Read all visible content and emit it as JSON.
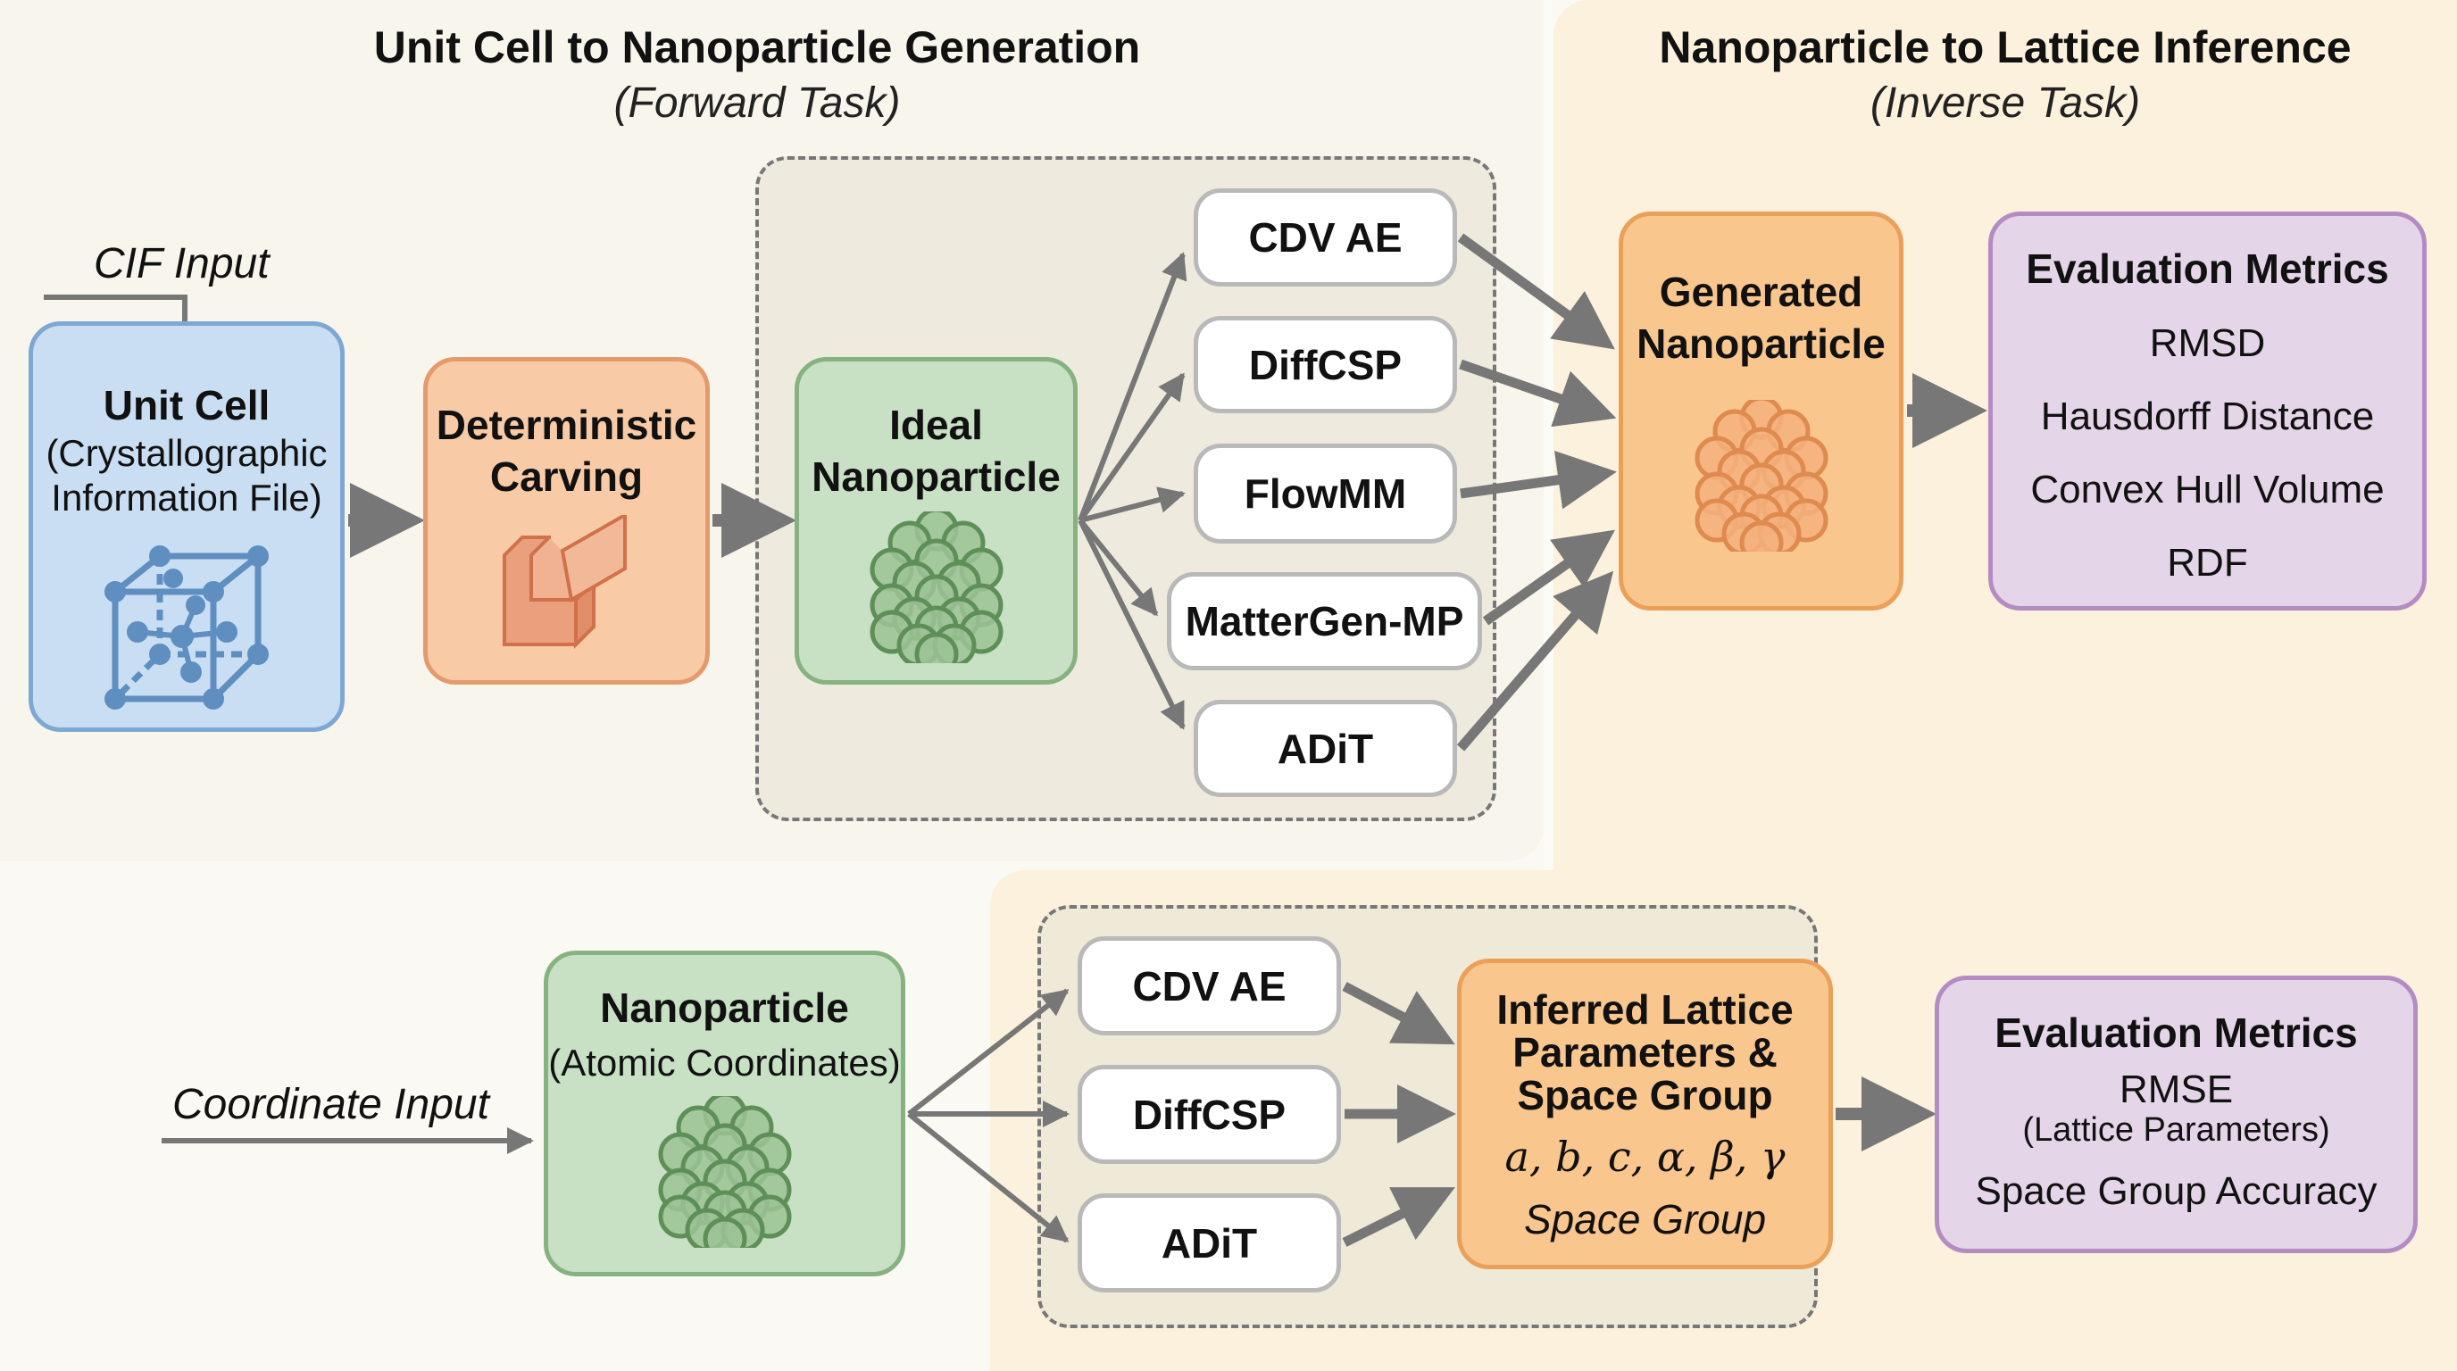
{
  "forward": {
    "title": "Unit Cell to Nanoparticle Generation",
    "subtitle": "(Forward Task)",
    "input_label": "CIF Input",
    "unit_cell": {
      "title": "Unit Cell",
      "subtitle_line1": "(Crystallographic",
      "subtitle_line2": "Information File)",
      "icon": "unit-cell-lattice-icon"
    },
    "carving": {
      "line1": "Deterministic",
      "line2": "Carving",
      "icon": "carved-block-icon"
    },
    "ideal": {
      "line1": "Ideal",
      "line2": "Nanoparticle",
      "icon": "nanoparticle-cluster-icon"
    },
    "models": [
      "CDV AE",
      "DiffCSP",
      "FlowMM",
      "MatterGen-MP",
      "ADiT"
    ],
    "generated": {
      "line1": "Generated",
      "line2": "Nanoparticle",
      "icon": "nanoparticle-cluster-icon"
    },
    "metrics": {
      "title": "Evaluation Metrics",
      "items": [
        "RMSD",
        "Hausdorff Distance",
        "Convex Hull Volume",
        "RDF"
      ]
    }
  },
  "inverse": {
    "title": "Nanoparticle to Lattice Inference",
    "subtitle": "(Inverse Task)",
    "input_label": "Coordinate Input",
    "nanoparticle": {
      "title": "Nanoparticle",
      "subtitle": "(Atomic Coordinates)",
      "icon": "nanoparticle-cluster-icon"
    },
    "models": [
      "CDV AE",
      "DiffCSP",
      "ADiT"
    ],
    "inferred": {
      "line1": "Inferred Lattice",
      "line2": "Parameters &",
      "line3": "Space Group",
      "params": "a, b, c, α, β, γ",
      "space_group": "Space Group"
    },
    "metrics": {
      "title": "Evaluation Metrics",
      "item1": "RMSE",
      "item1_note": "(Lattice Parameters)",
      "item2": "Space Group Accuracy"
    }
  },
  "colors": {
    "arrow": "#777777",
    "blue": "#7ea8d4",
    "orange": "#e59a6e",
    "green": "#6f9a68",
    "purple": "#b48bc3"
  }
}
